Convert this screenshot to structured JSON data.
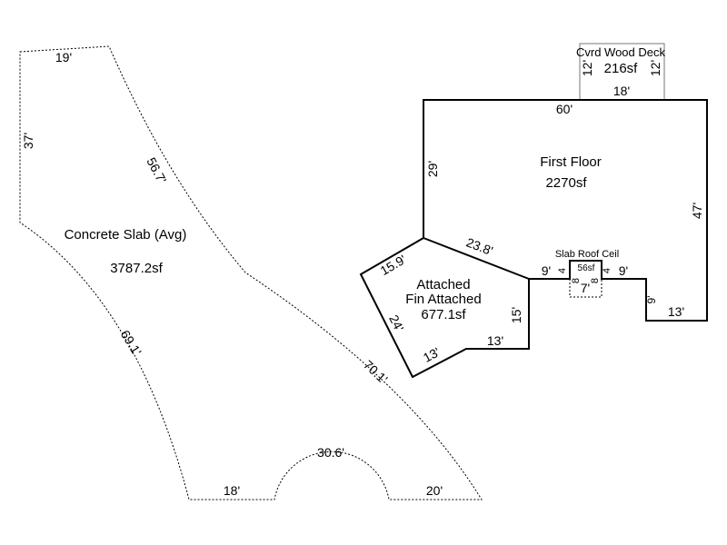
{
  "slab": {
    "name": "Concrete Slab (Avg)",
    "area": "3787.2sf",
    "dims": {
      "top": "19'",
      "left": "37'",
      "upper_right": "56.7'",
      "lower_left": "69.1'",
      "lower_right": "70.1'",
      "bottom_left": "18'",
      "arc": "30.6'",
      "bottom_right": "20'"
    }
  },
  "first_floor": {
    "name": "First Floor",
    "area": "2270sf",
    "dims": {
      "top": "60'",
      "left": "29'",
      "right": "47'",
      "bottom_right": "13'",
      "notch_vert": "9'",
      "left_step": "9'",
      "right_step": "9'"
    }
  },
  "attached": {
    "name": "Attached",
    "subname": "Fin Attached",
    "area": "677.1sf",
    "dims": {
      "top": "23.8'",
      "upper_left": "15.9'",
      "left": "24'",
      "bottom_diag": "13'",
      "bottom": "13'",
      "right": "15'"
    }
  },
  "deck": {
    "name": "Cvrd Wood Deck",
    "area": "216sf",
    "dims": {
      "left": "12'",
      "right": "12'",
      "bottom": "18'"
    }
  },
  "slab_roof": {
    "name": "Slab Roof Ceil",
    "area": "56sf",
    "dims": {
      "left_top": "4",
      "right_top": "4",
      "left_bottom": "8",
      "right_bottom": "8",
      "bottom": "7'"
    }
  }
}
